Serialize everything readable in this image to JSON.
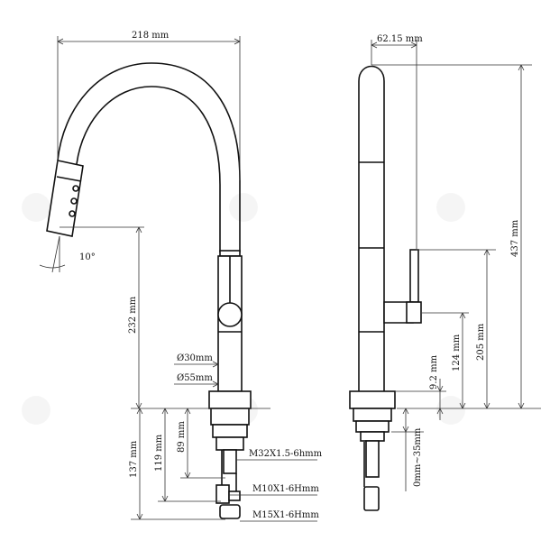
{
  "diagram": {
    "front_view": {
      "width_label": "218 mm",
      "spray_angle_label": "10°",
      "spout_height_label": "232 mm",
      "body_diameter_label": "Ø30mm",
      "base_diameter_label": "Ø55mm",
      "under_deck_total_label": "137 mm",
      "shank_length_label": "119 mm",
      "thread_depth_label": "89 mm",
      "shank_thread_label": "M32X1.5-6hmm",
      "hose_thread_small_label": "M10X1-6Hmm",
      "hose_thread_large_label": "M15X1-6Hmm"
    },
    "side_view": {
      "offset_label": "62.15 mm",
      "total_height_label": "437 mm",
      "handle_height_label": "205 mm",
      "body_lower_label": "124 mm",
      "base_thickness_label": "9.2 mm",
      "max_deck_label": "0mm~35mm"
    }
  }
}
